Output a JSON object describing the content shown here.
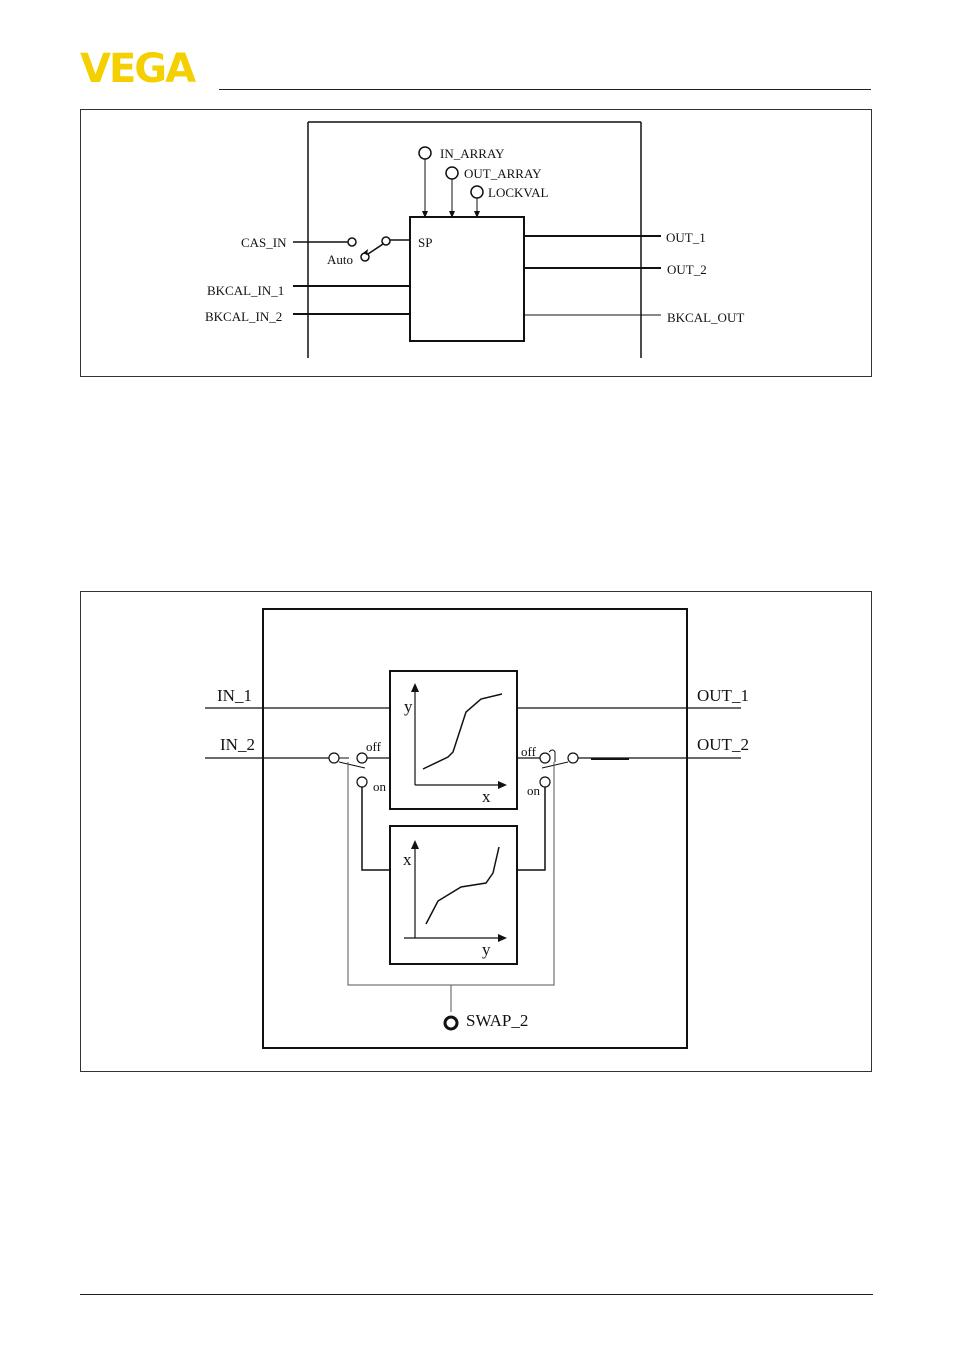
{
  "header": {
    "logo_text": "VEGA",
    "logo_color": "#f5d000"
  },
  "figure1": {
    "labels": {
      "in_array": "IN_ARRAY",
      "out_array": "OUT_ARRAY",
      "lockval": "LOCKVAL",
      "cas_in": "CAS_IN",
      "auto": "Auto",
      "sp": "SP",
      "bkcal_in_1": "BKCAL_IN_1",
      "bkcal_in_2": "BKCAL_IN_2",
      "out_1": "OUT_1",
      "out_2": "OUT_2",
      "bkcal_out": "BKCAL_OUT"
    }
  },
  "figure2": {
    "labels": {
      "in_1": "IN_1",
      "in_2": "IN_2",
      "out_1": "OUT_1",
      "out_2": "OUT_2",
      "off_left": "off",
      "on_left": "on",
      "off_right": "off",
      "on_right": "on",
      "upper_axis_y": "y",
      "upper_axis_x": "x",
      "lower_axis_x": "x",
      "lower_axis_y": "y",
      "swap_2": "SWAP_2"
    }
  }
}
